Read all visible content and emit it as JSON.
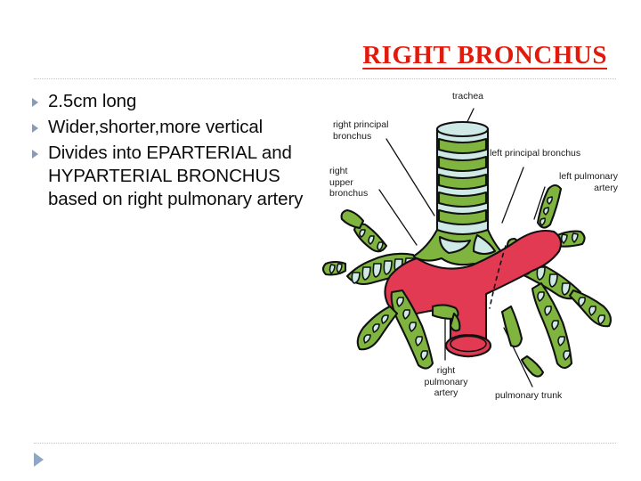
{
  "slide": {
    "title": "RIGHT BRONCHUS",
    "title_color": "#e2190b",
    "background": "#ffffff"
  },
  "bullets": [
    {
      "marker": "triangle-bullet",
      "text": "2.5cm long"
    },
    {
      "marker": "triangle-bullet",
      "text": "Wider,shorter,more vertical"
    },
    {
      "marker": "triangle-bullet",
      "text": "Divides into EPARTERIAL and HYPARTERIAL BRONCHUS based on right pulmonary artery"
    }
  ],
  "figure": {
    "caption_color": "#1a1a1a",
    "colors": {
      "bronchus_green": "#7fb43f",
      "cartilage_pale": "#cfe9e7",
      "artery_red": "#e23a52",
      "outline": "#111111"
    },
    "labels": {
      "trachea": "trachea",
      "right_principal_bronchus": "right principal\nbronchus",
      "left_principal_bronchus": "left principal bronchus",
      "left_pulmonary_artery": "left pulmonary\nartery",
      "right_upper_bronchus": "right\nupper\nbronchus",
      "right_pulmonary_artery": "right\npulmonary\nartery",
      "pulmonary_trunk": "pulmonary trunk"
    }
  },
  "footer": {
    "placeholder_marker": "triangle-bullet"
  }
}
